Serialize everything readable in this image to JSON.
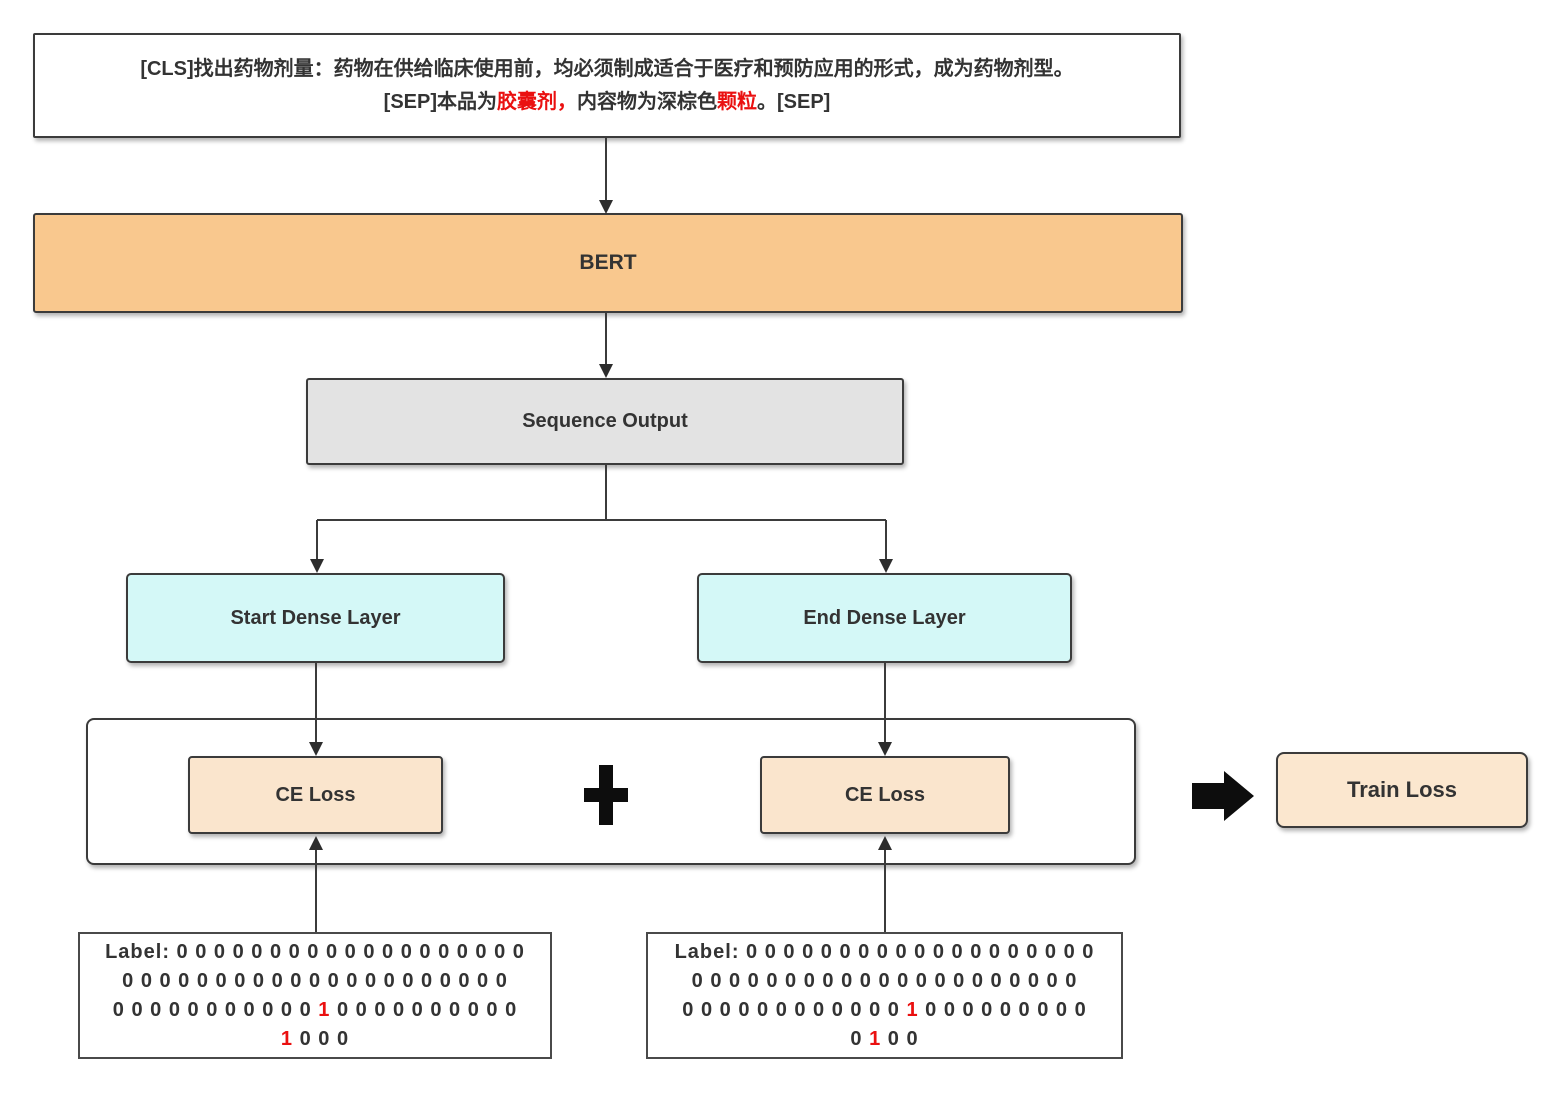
{
  "diagram": {
    "input_box": {
      "lines": [
        [
          {
            "text": "[CLS]找出药物剂量：药物在供给临床使用前，均必须制成适合于医疗和预防应用的形式，成为药物剂型。"
          }
        ],
        [
          {
            "text": "[SEP]本品为"
          },
          {
            "text": "胶囊剂，",
            "red": true
          },
          {
            "text": "内容物为深棕色"
          },
          {
            "text": "颗粒",
            "red": true
          },
          {
            "text": "。[SEP]"
          }
        ]
      ]
    },
    "bert": {
      "label": "BERT"
    },
    "sequence_output": {
      "label": "Sequence Output"
    },
    "start_dense": {
      "label": "Start Dense Layer"
    },
    "end_dense": {
      "label": "End Dense Layer"
    },
    "ce_loss_left": {
      "label": "CE Loss"
    },
    "ce_loss_right": {
      "label": "CE Loss"
    },
    "plus_symbol": "+",
    "train_loss": {
      "label": "Train Loss"
    },
    "start_label_box": {
      "lines": [
        [
          {
            "text": "Label: 0 0 0 0 0 0 0 0 0 0 0 0 0 0 0 0 0 0 0"
          }
        ],
        [
          {
            "text": "0 0 0 0 0 0 0 0 0 0 0 0 0 0 0 0 0 0 0 0 0"
          }
        ],
        [
          {
            "text": "0 0 0 0 0 0 0 0 0 0 0 "
          },
          {
            "text": "1",
            "red": true
          },
          {
            "text": " 0 0 0 0 0 0 0 0 0 0"
          }
        ],
        [
          {
            "text": "1",
            "red": true
          },
          {
            "text": " 0 0 0"
          }
        ]
      ]
    },
    "end_label_box": {
      "lines": [
        [
          {
            "text": "Label: 0 0 0 0 0 0 0 0 0 0 0 0 0 0 0 0 0 0 0"
          }
        ],
        [
          {
            "text": "0 0 0 0 0 0 0 0 0 0 0 0 0 0 0 0 0 0 0 0 0"
          }
        ],
        [
          {
            "text": "0 0 0 0 0 0 0 0 0 0 0 0 "
          },
          {
            "text": "1",
            "red": true
          },
          {
            "text": " 0 0 0 0 0 0 0 0 0"
          }
        ],
        [
          {
            "text": "0 "
          },
          {
            "text": "1",
            "red": true
          },
          {
            "text": " 0 0"
          }
        ]
      ]
    },
    "colors": {
      "bert_fill": "#f9c88e",
      "sequence_fill": "#e3e3e3",
      "dense_fill": "#d4f8f7",
      "ce_loss_fill": "#fae5cd",
      "train_loss_fill": "#fbe7cf",
      "highlight_red": "#ea1010",
      "border": "#3b3b3b",
      "arrow_black": "#0d0d0d"
    }
  }
}
